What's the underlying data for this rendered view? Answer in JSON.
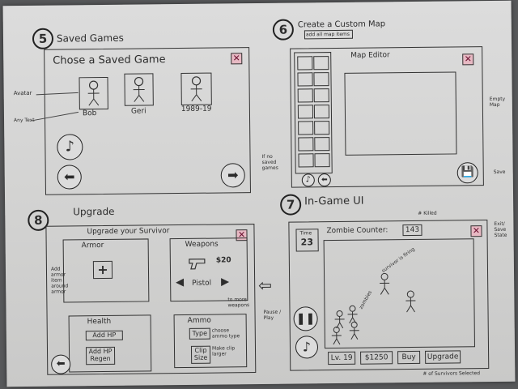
{
  "saved_games": {
    "number": "5",
    "heading": "Saved Games",
    "window_title": "Chose a Saved Game",
    "slots": [
      {
        "name": "Bob"
      },
      {
        "name": "Geri"
      },
      {
        "name": "1989-19"
      }
    ],
    "annotations": {
      "avatar": "Avatar",
      "any_text": "Any Text",
      "if_no_saves": "If no saved games"
    }
  },
  "map_editor": {
    "number": "6",
    "heading": "Create a Custom Map",
    "tab_note": "add all map items",
    "window_title": "Map Editor",
    "annotations": {
      "empty_map": "Empty Map",
      "save": "Save"
    }
  },
  "upgrade": {
    "number": "8",
    "heading": "Upgrade",
    "window_title": "Upgrade your Survivor",
    "armor": {
      "title": "Armor",
      "plus": "+",
      "note": "Add armor item around armor"
    },
    "weapons": {
      "title": "Weapons",
      "price": "$20",
      "weapon_name": "Pistol",
      "note": "to more weapons"
    },
    "health": {
      "title": "Health",
      "add_hp": "Add HP",
      "add_hp_regen": "Add HP Regen"
    },
    "ammo": {
      "title": "Ammo",
      "type": "Type",
      "type_note": "choose ammo type",
      "clip_size": "Clip Size",
      "clip_note": "Make clip larger"
    }
  },
  "in_game": {
    "number": "7",
    "heading": "In-Game UI",
    "timer_label": "Time",
    "timer_value": "23",
    "counter_label": "Zombie Counter:",
    "counter_value": "143",
    "killed_note": "# Killed",
    "exit_note": "Exit/ Save State",
    "pause_note": "Pause / Play",
    "zombies_note": "zombies",
    "survivor_note": "survivor is firing",
    "level": "Lv. 19",
    "money": "$1250",
    "buy": "Buy",
    "upgrade": "Upgrade",
    "bottom_note": "# of Survivors Selected"
  }
}
